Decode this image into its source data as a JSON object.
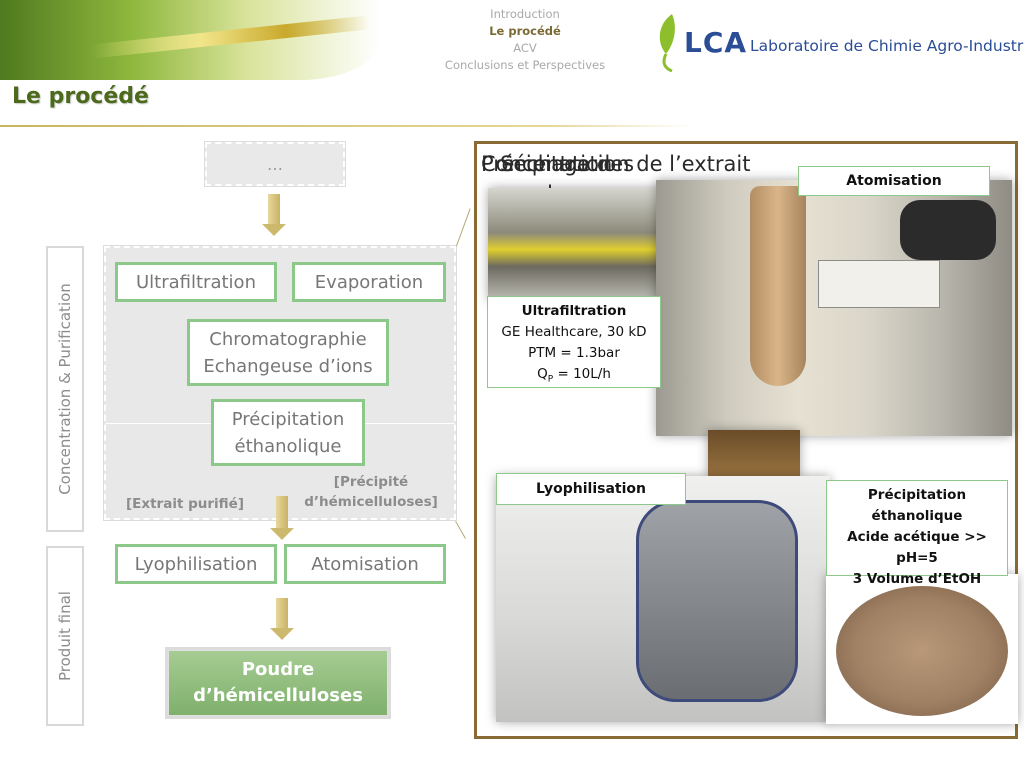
{
  "nav": {
    "items": [
      "Introduction",
      "Le procédé",
      "ACV",
      "Conclusions et Perspectives"
    ],
    "active": "Le procédé"
  },
  "logo": {
    "acronym": "LCA",
    "name": "Laboratoire de Chimie Agro-Industrielle"
  },
  "page": {
    "title": "Le procédé"
  },
  "flow": {
    "top_placeholder": "…",
    "side_labels": {
      "purification": "Concentration & Purification",
      "final": "Produit final"
    },
    "steps": {
      "ultrafiltration": "Ultrafiltration",
      "evaporation": "Evaporation",
      "chromatographie_l1": "Chromatographie",
      "chromatographie_l2": "Echangeuse d’ions",
      "precipitation_l1": "Précipitation",
      "precipitation_l2": "éthanolique",
      "lyophilisation": "Lyophilisation",
      "atomisation": "Atomisation"
    },
    "labels": {
      "extrait_purifie": "[Extrait purifié]",
      "precipite_l1": "[Précipité",
      "precipite_l2": "d’hémicelluloses]"
    },
    "final": {
      "line1": "Poudre",
      "line2": "d’hémicelluloses"
    }
  },
  "photos": {
    "overlap_titles": {
      "a": "Concentration de l’extrait",
      "b": "Précipitation",
      "c": "Séchage des",
      "d": "poudres"
    },
    "callouts": {
      "atomisation": "Atomisation",
      "lyophilisation": "Lyophilisation",
      "ultrafiltration": {
        "title": "Ultrafiltration",
        "line1": "GE Healthcare, 30 kD",
        "line2": "PTM = 1.3bar",
        "line3_prefix": "Q",
        "line3_sub": "P",
        "line3_rest": " = 10L/h"
      },
      "precipitation": {
        "title1": "Précipitation",
        "title2": "éthanolique",
        "line1": "Acide acétique >> pH=5",
        "line2": "3 Volume d’EtOH"
      }
    }
  },
  "colors": {
    "accent_green": "#8cc88a",
    "title_green": "#4b6a1c",
    "frame_brown": "#8a6a34",
    "logo_blue": "#2a4d96"
  }
}
